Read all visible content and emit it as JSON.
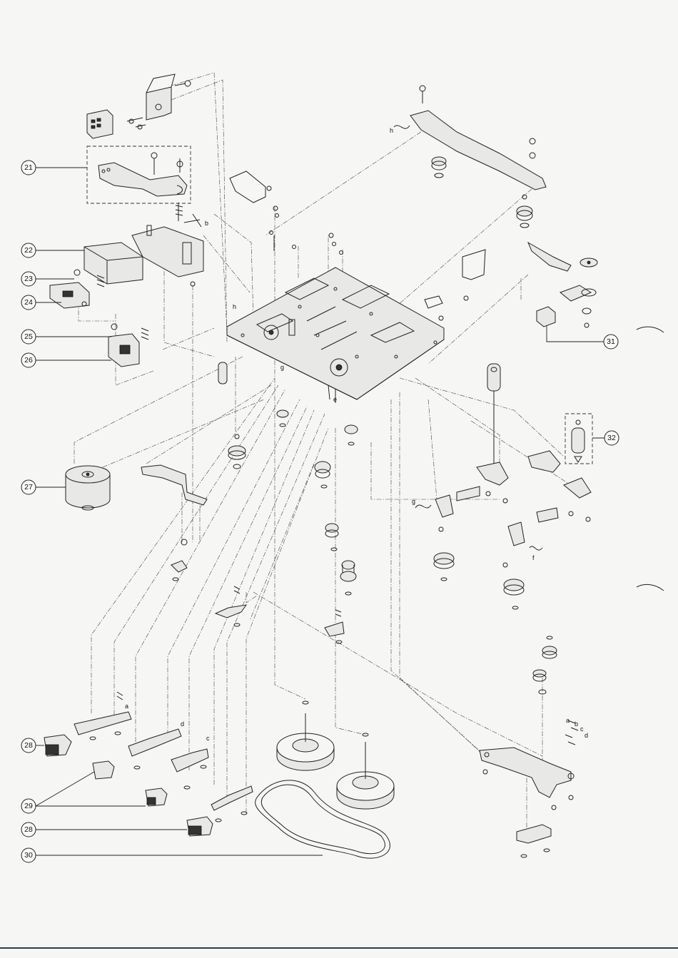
{
  "callouts": [
    {
      "id": "21",
      "label": "21"
    },
    {
      "id": "22",
      "label": "22"
    },
    {
      "id": "23",
      "label": "23"
    },
    {
      "id": "24",
      "label": "24"
    },
    {
      "id": "25",
      "label": "25"
    },
    {
      "id": "26",
      "label": "26"
    },
    {
      "id": "27",
      "label": "27"
    },
    {
      "id": "28a",
      "label": "28"
    },
    {
      "id": "29",
      "label": "29"
    },
    {
      "id": "28b",
      "label": "28"
    },
    {
      "id": "30",
      "label": "30"
    },
    {
      "id": "31",
      "label": "31"
    },
    {
      "id": "32",
      "label": "32"
    }
  ],
  "letters": [
    "h",
    "h",
    "b",
    "g",
    "e",
    "g",
    "f",
    "a",
    "d",
    "c",
    "a",
    "b",
    "c",
    "d"
  ]
}
